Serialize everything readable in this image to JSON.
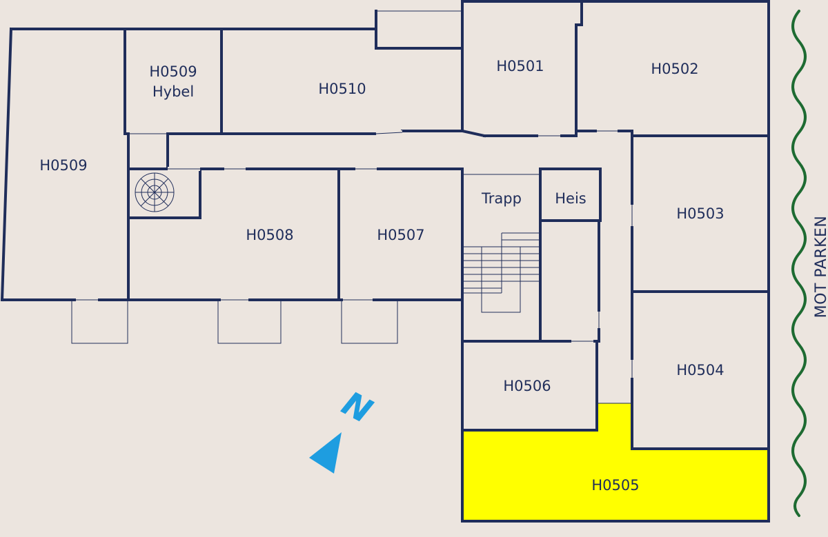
{
  "colors": {
    "background": "#ece5df",
    "wall": "#1f2d5a",
    "highlight": "#ffff00",
    "park_line": "#1e6b32",
    "compass": "#1e9de0"
  },
  "rooms": {
    "h0509": "H0509",
    "h0509_hybel_line1": "H0509",
    "h0509_hybel_line2": "Hybel",
    "h0510": "H0510",
    "h0501": "H0501",
    "h0502": "H0502",
    "h0508": "H0508",
    "h0507": "H0507",
    "trapp": "Trapp",
    "heis": "Heis",
    "h0503": "H0503",
    "h0504": "H0504",
    "h0506": "H0506",
    "h0505": "H0505"
  },
  "highlighted_room": "H0505",
  "compass": {
    "letter": "N",
    "icon": "north-arrow-icon"
  },
  "side_label": "MOT PARKEN",
  "icons": {
    "ventilation": "ventilation-fan-icon",
    "park_edge": "wavy-park-boundary-icon"
  }
}
